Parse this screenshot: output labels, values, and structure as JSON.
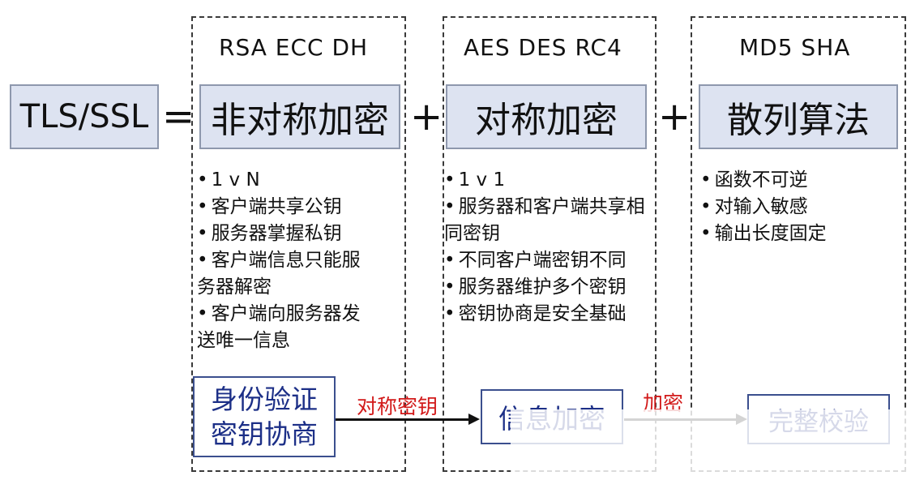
{
  "equation": {
    "lhs": "TLS/SSL",
    "equals": "=",
    "plus": "+"
  },
  "columns": [
    {
      "algorithms": "RSA ECC DH",
      "title": "非对称加密",
      "notes": [
        "1 v N",
        "客户端共享公钥",
        "服务器掌握私钥",
        "客户端信息只能服务器解密",
        "客户端向服务器发送唯一信息"
      ],
      "bottom_lines": [
        "身份验证",
        "密钥协商"
      ]
    },
    {
      "algorithms": "AES DES RC4",
      "title": "对称加密",
      "notes": [
        "1 v 1",
        "服务器和客户端共享相同密钥",
        "不同客户端密钥不同",
        "服务器维护多个密钥",
        "密钥协商是安全基础"
      ],
      "bottom_label": "信息加密"
    },
    {
      "algorithms": "MD5 SHA",
      "title": "散列算法",
      "notes": [
        "函数不可逆",
        "对输入敏感",
        "输出长度固定"
      ],
      "bottom_label": "完整校验"
    }
  ],
  "arrows": {
    "first": "对称密钥",
    "second": "加密"
  },
  "colors": {
    "box_fill": "#dde3f1",
    "bottom_text": "#1c2f87",
    "arrow_label": "#d21a1a"
  }
}
